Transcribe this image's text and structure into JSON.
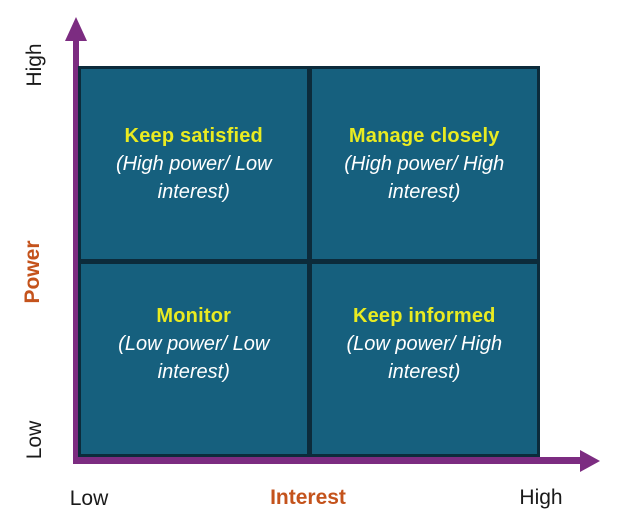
{
  "matrix": {
    "quadrants": [
      {
        "position": "top-left",
        "title": "Keep satisfied",
        "subtitle_lines": [
          "(High power/ Low",
          "interest)"
        ]
      },
      {
        "position": "top-right",
        "title": "Manage closely",
        "subtitle_lines": [
          "(High power/ High",
          "interest)"
        ]
      },
      {
        "position": "bottom-left",
        "title": "Monitor",
        "subtitle_lines": [
          "(Low power/ Low",
          "interest)"
        ]
      },
      {
        "position": "bottom-right",
        "title": "Keep informed",
        "subtitle_lines": [
          "(Low power/ High",
          "interest)"
        ]
      }
    ]
  },
  "axes": {
    "y": {
      "label": "Power",
      "top_tick": "High",
      "bottom_tick": "Low"
    },
    "x": {
      "label": "Interest",
      "left_tick": "Low",
      "right_tick": "High"
    }
  },
  "colors": {
    "quadrant_fill": "#16607E",
    "grid_lines": "#0C2B3B",
    "axis_arrow": "#7C2C81",
    "quadrant_title": "#E9EB21",
    "quadrant_subtitle": "#FFFFFF",
    "axis_label": "#C4531C",
    "tick_label": "#1A1A1A",
    "background": "#FFFFFF"
  }
}
